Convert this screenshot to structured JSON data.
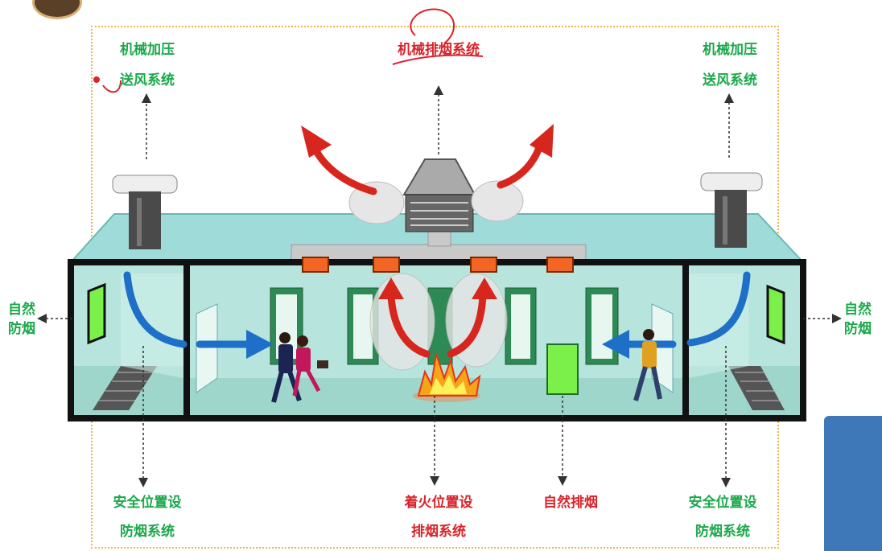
{
  "labels": {
    "top_left": [
      "机械加压",
      "送风系统"
    ],
    "top_center": "机械排烟系统",
    "top_right": [
      "机械加压",
      "送风系统"
    ],
    "left_side": [
      "自然",
      "防烟"
    ],
    "right_side": [
      "自然",
      "防烟"
    ],
    "bottom_left": [
      "安全位置设",
      "防烟系统"
    ],
    "bottom_center": [
      "着火位置设",
      "排烟系统"
    ],
    "bottom_natural": "自然排烟",
    "bottom_right": [
      "安全位置设",
      "防烟系统"
    ]
  },
  "colors": {
    "label_green": "#1aa84a",
    "label_red": "#d8232a",
    "roof": "#9fdcd9",
    "building_outline": "#111111",
    "smoke_arrow": "#d7261e",
    "airflow_arrow": "#1e6fc8",
    "vent_green": "#7cf04a",
    "damper": "#f26522",
    "frame": "#f0b44a"
  },
  "icons": [
    "fan-unit-icon",
    "exhaust-fan-icon",
    "fire-icon",
    "person-icon",
    "door-icon"
  ]
}
